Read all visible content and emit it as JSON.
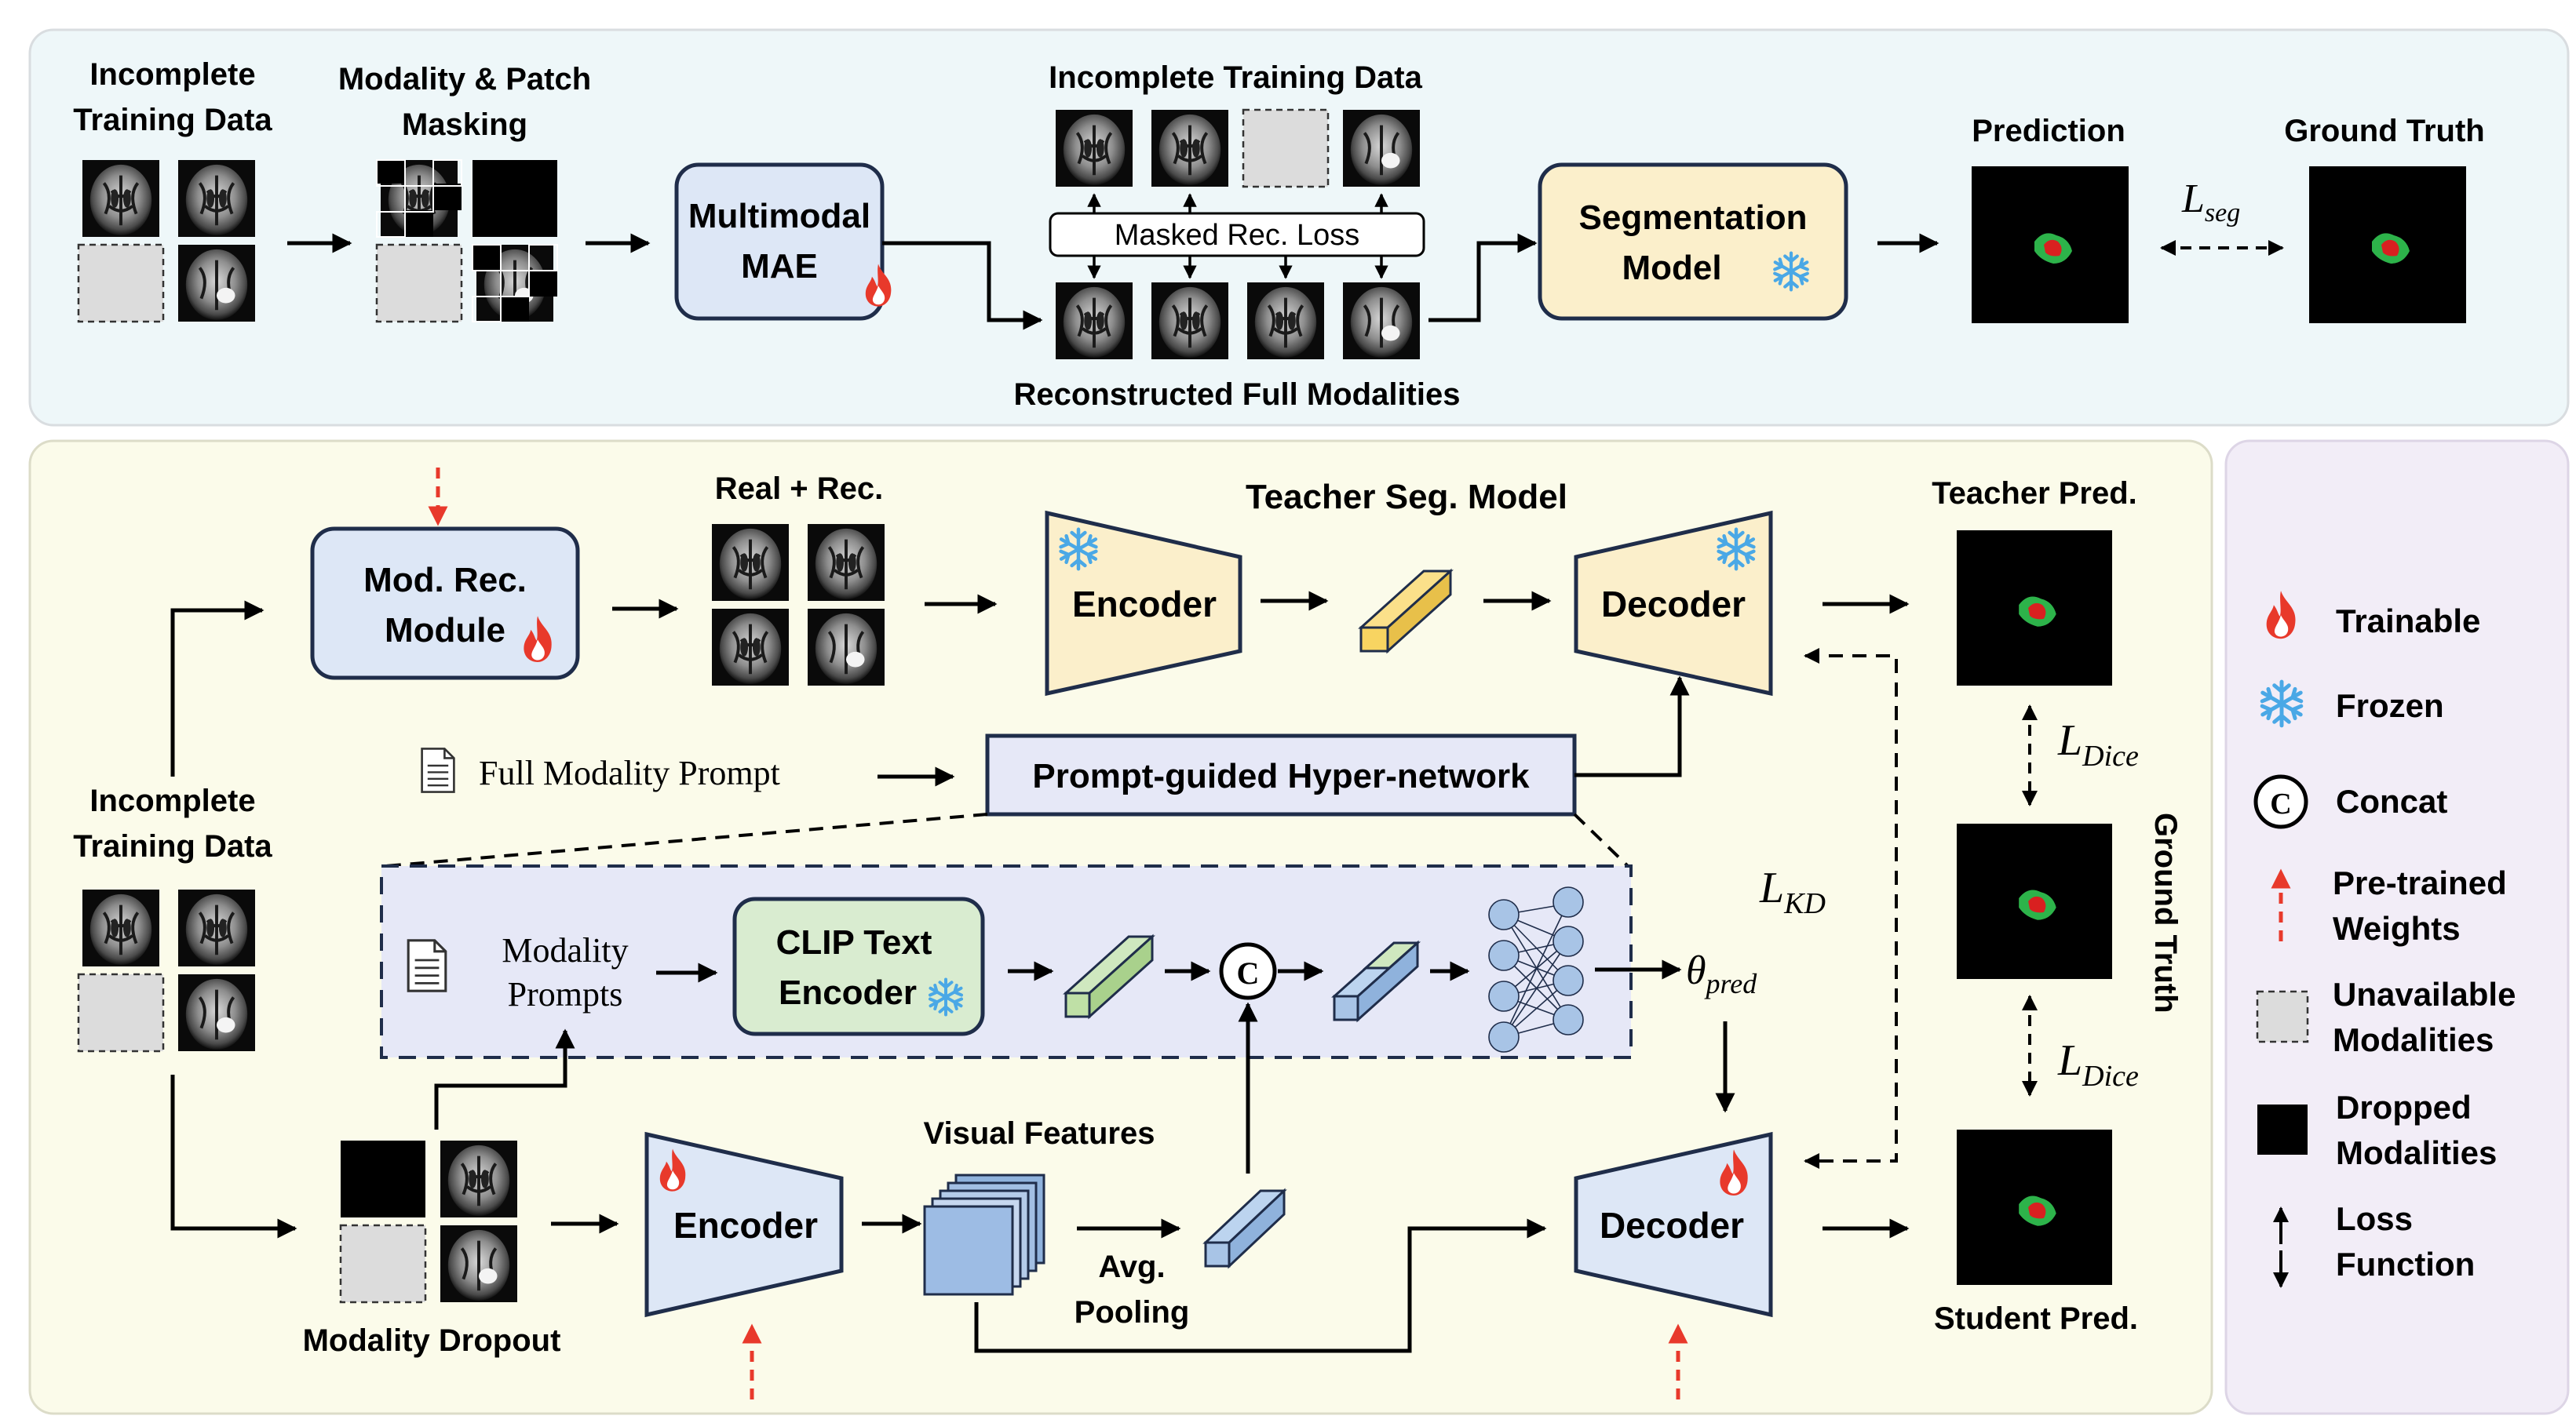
{
  "top": {
    "incomplete_label_1": "Incomplete",
    "incomplete_label_2": "Training Data",
    "masking_label_1": "Modality & Patch",
    "masking_label_2": "Masking",
    "mae_label_1": "Multimodal",
    "mae_label_2": "MAE",
    "incomplete_top_label": "Incomplete Training Data",
    "masked_loss_label": "Masked Rec. Loss",
    "reconstructed_label": "Reconstructed Full Modalities",
    "seg_model_label_1": "Segmentation",
    "seg_model_label_2": "Model",
    "prediction_label": "Prediction",
    "ground_truth_label": "Ground Truth",
    "loss_seg_main": "L",
    "loss_seg_sub": "seg"
  },
  "bottom": {
    "mod_rec_label_1": "Mod. Rec.",
    "mod_rec_label_2": "Module",
    "real_rec_label": "Real + Rec.",
    "teacher_seg_label": "Teacher Seg. Model",
    "encoder_label": "Encoder",
    "decoder_label": "Decoder",
    "teacher_pred_label": "Teacher Pred.",
    "full_prompt_label": "Full Modality Prompt",
    "hypernet_label": "Prompt-guided Hyper-network",
    "incomplete_label_1": "Incomplete",
    "incomplete_label_2": "Training Data",
    "modality_prompts_1": "Modality",
    "modality_prompts_2": "Prompts",
    "clip_label_1": "CLIP Text",
    "clip_label_2": "Encoder",
    "concat_symbol": "C",
    "theta_main": "θ",
    "theta_sub": "pred",
    "loss_kd_main": "L",
    "loss_kd_sub": "KD",
    "loss_dice_main": "L",
    "loss_dice_sub": "Dice",
    "ground_truth_vertical": "Ground Truth",
    "visual_features_label": "Visual Features",
    "avg_pool_1": "Avg.",
    "avg_pool_2": "Pooling",
    "modality_dropout_label": "Modality Dropout",
    "student_pred_label": "Student Pred."
  },
  "legend": {
    "trainable": "Trainable",
    "frozen": "Frozen",
    "concat": "Concat",
    "pretrained_1": "Pre-trained",
    "pretrained_2": "Weights",
    "unavailable_1": "Unavailable",
    "unavailable_2": "Modalities",
    "dropped_1": "Dropped",
    "dropped_2": "Modalities",
    "loss_fn_1": "Loss",
    "loss_fn_2": "Function"
  },
  "colors": {
    "top_panel_bg": "#eef7f9",
    "bottom_panel_bg": "#fbfbea",
    "legend_panel_bg": "#f2edf7",
    "blue_box": "#dde7f6",
    "yellow_box": "#fbefcb",
    "green_box": "#d9ecd0",
    "hypernet_bg": "#e6e8f7",
    "dark_blue_border": "#1f2d4a",
    "red_arrow": "#e8392b",
    "snowflake": "#4aa8e6",
    "flame": "#e8392b"
  },
  "icons": [
    "flame-icon",
    "snowflake-icon",
    "concat-icon",
    "document-icon",
    "mri-image",
    "neural-net-icon"
  ]
}
